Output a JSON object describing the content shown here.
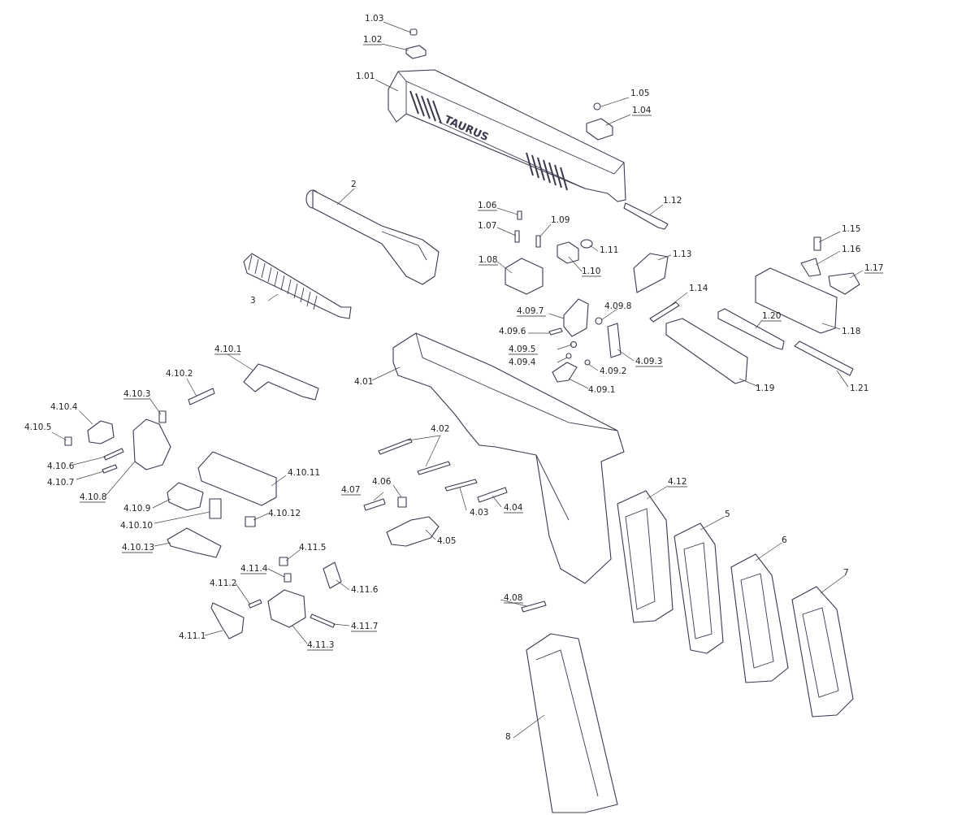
{
  "brand_mark": "TAURUS",
  "labels": {
    "l101": "1.01",
    "l102": "1.02",
    "l103": "1.03",
    "l104": "1.04",
    "l105": "1.05",
    "l106": "1.06",
    "l107": "1.07",
    "l108": "1.08",
    "l109": "1.09",
    "l110": "1.10",
    "l111": "1.11",
    "l112": "1.12",
    "l113": "1.13",
    "l114": "1.14",
    "l115": "1.15",
    "l116": "1.16",
    "l117": "1.17",
    "l118": "1.18",
    "l119": "1.19",
    "l120": "1.20",
    "l121": "1.21",
    "l2": "2",
    "l3": "3",
    "l401": "4.01",
    "l402": "4.02",
    "l403": "4.03",
    "l404": "4.04",
    "l405": "4.05",
    "l406": "4.06",
    "l407": "4.07",
    "l408": "4.08",
    "l4091": "4.09.1",
    "l4092": "4.09.2",
    "l4093": "4.09.3",
    "l4094": "4.09.4",
    "l4095": "4.09.5",
    "l4096": "4.09.6",
    "l4097": "4.09.7",
    "l4098": "4.09.8",
    "l4101": "4.10.1",
    "l4102": "4.10.2",
    "l4103": "4.10.3",
    "l4104": "4.10.4",
    "l4105": "4.10.5",
    "l4106": "4.10.6",
    "l4107": "4.10.7",
    "l4108": "4.10.8",
    "l4109": "4.10.9",
    "l41010": "4.10.10",
    "l41011": "4.10.11",
    "l41012": "4.10.12",
    "l41013": "4.10.13",
    "l4111": "4.11.1",
    "l4112": "4.11.2",
    "l4113": "4.11.3",
    "l4114": "4.11.4",
    "l4115": "4.11.5",
    "l4116": "4.11.6",
    "l4117": "4.11.7",
    "l412": "4.12",
    "l5": "5",
    "l6": "6",
    "l7": "7",
    "l8": "8"
  }
}
